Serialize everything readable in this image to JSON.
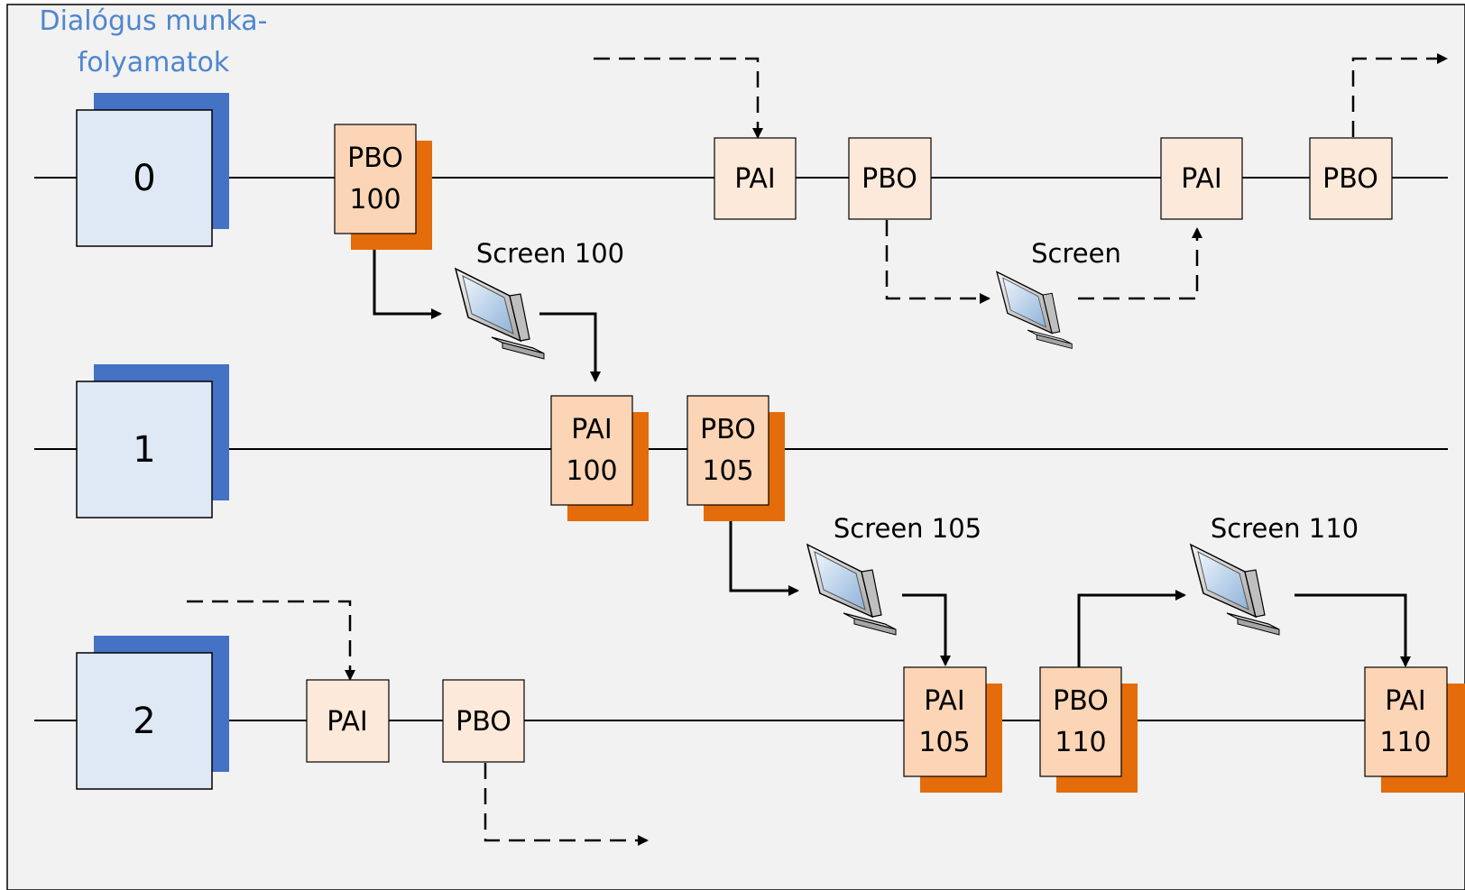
{
  "title": {
    "line1": "Dialógus munka-",
    "line2": "folyamatok"
  },
  "colors": {
    "background": "#f2f2f2",
    "title": "#4f86cf",
    "lane_box_fill": "#dfe9f5",
    "lane_shadow": "#4472c4",
    "step_fill": "#fbd5b5",
    "step_plain_fill": "#fde9d9",
    "step_shadow": "#e46c0a",
    "line": "#000000"
  },
  "lanes": [
    {
      "id": "0"
    },
    {
      "id": "1"
    },
    {
      "id": "2"
    }
  ],
  "steps": {
    "pbo100": {
      "line1": "PBO",
      "line2": "100"
    },
    "pai_a": {
      "line1": "PAI"
    },
    "pbo_a": {
      "line1": "PBO"
    },
    "pai_b": {
      "line1": "PAI"
    },
    "pbo_b": {
      "line1": "PBO"
    },
    "pai100": {
      "line1": "PAI",
      "line2": "100"
    },
    "pbo105": {
      "line1": "PBO",
      "line2": "105"
    },
    "pai_c": {
      "line1": "PAI"
    },
    "pbo_c": {
      "line1": "PBO"
    },
    "pai105": {
      "line1": "PAI",
      "line2": "105"
    },
    "pbo110": {
      "line1": "PBO",
      "line2": "110"
    },
    "pai110": {
      "line1": "PAI",
      "line2": "110"
    }
  },
  "screens": {
    "s100": "Screen 100",
    "s_generic": "Screen",
    "s105": "Screen 105",
    "s110": "Screen 110"
  }
}
